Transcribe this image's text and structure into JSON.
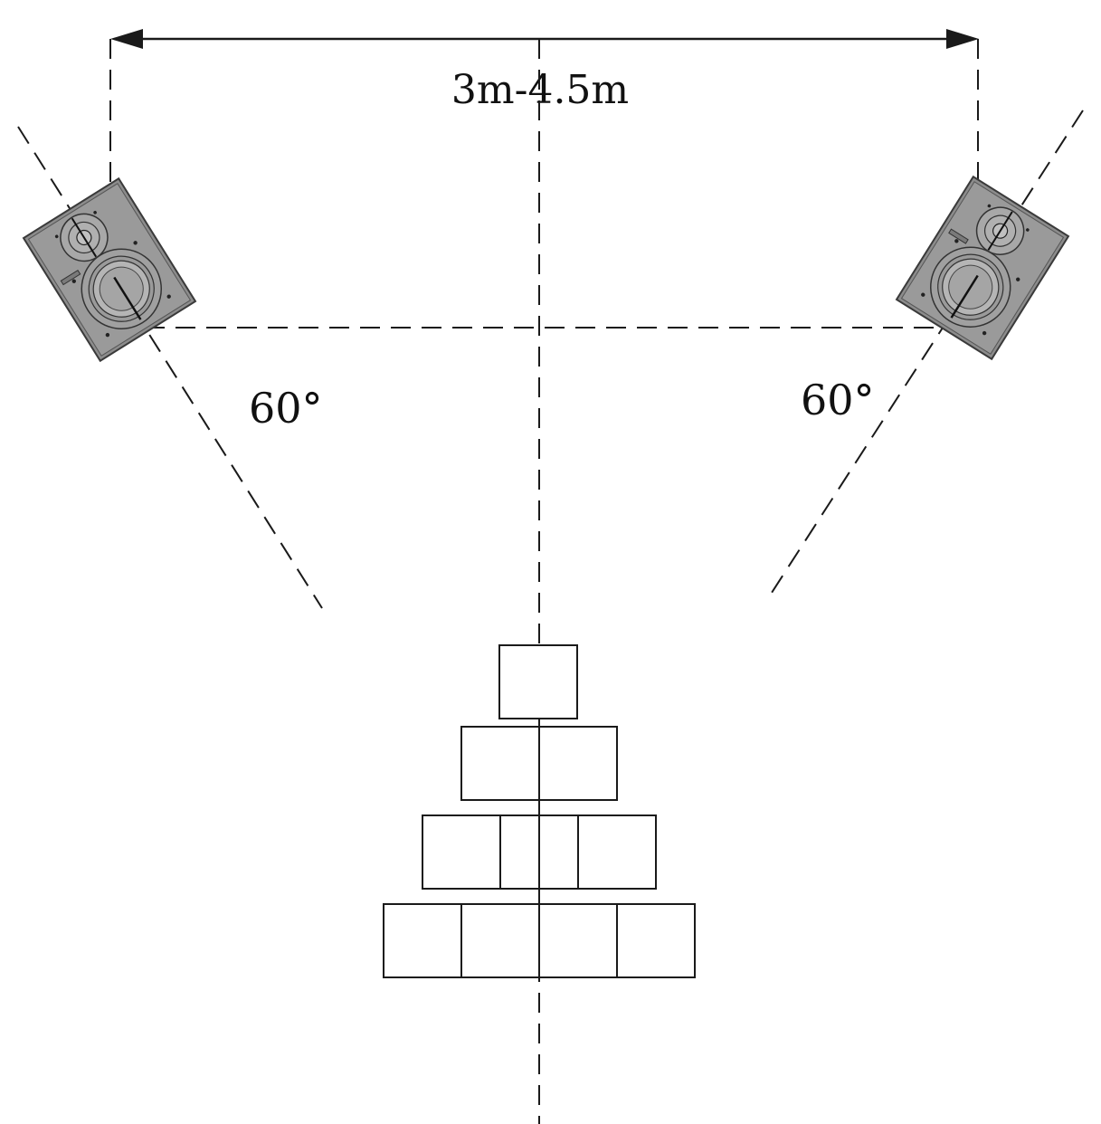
{
  "dimension": {
    "label": "3m-4.5m"
  },
  "angles": {
    "left": "60°",
    "right": "60°"
  },
  "colors": {
    "line": "#1a1a1a",
    "speaker_body": "#8c8c8c",
    "speaker_face": "#a3a3a3",
    "speaker_edge": "#3a3a3a",
    "background": "#ffffff"
  },
  "speakers": [
    {
      "side": "left",
      "icon": "studio-monitor-speaker-icon"
    },
    {
      "side": "right",
      "icon": "studio-monitor-speaker-icon"
    }
  ],
  "seating": {
    "rows": [
      1,
      2,
      3,
      4
    ]
  }
}
